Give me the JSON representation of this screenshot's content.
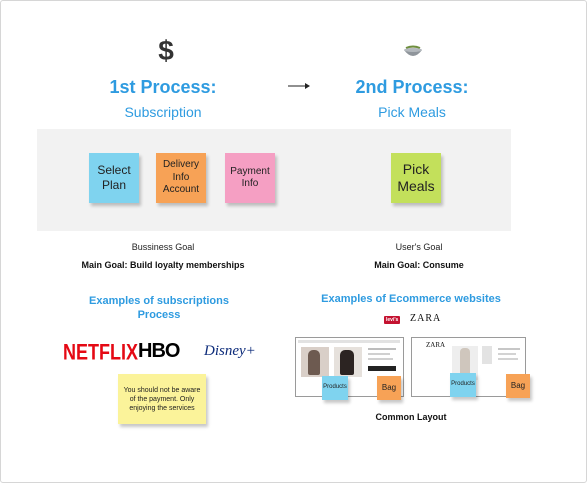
{
  "process1": {
    "icon": "dollar-sign-icon",
    "icon_glyph": "$",
    "title": "1st Process:",
    "subtitle": "Subscription",
    "stickies": [
      {
        "text": "Select Plan",
        "color": "#7fd3ef"
      },
      {
        "text": "Delivery Info Account",
        "color": "#f7a256"
      },
      {
        "text": "Payment Info",
        "color": "#f59fc3"
      }
    ],
    "goal_label": "Bussiness Goal",
    "goal_main": "Main Goal: Build loyalty memberships",
    "examples_title": "Examples of subscriptions Process",
    "brands": [
      "NETFLIX",
      "HBO",
      "Disney+"
    ],
    "note": "You should not be aware of the payment. Only enjoying the services",
    "note_color": "#fbf39a"
  },
  "process2": {
    "icon": "meal-bowl-icon",
    "title": "2nd Process:",
    "subtitle": "Pick Meals",
    "stickies": [
      {
        "text": "Pick Meals",
        "color": "#c3e05b"
      }
    ],
    "goal_label": "User's Goal",
    "goal_main": "Main Goal: Consume",
    "examples_title": "Examples of Ecommerce websites",
    "brands": [
      "levi's",
      "ZARA"
    ],
    "screenshots": [
      {
        "product_label": "Products",
        "bag_label": "Bag"
      },
      {
        "product_label": "Products",
        "bag_label": "Bag"
      }
    ],
    "layout_caption": "Common Layout"
  },
  "colors": {
    "accent_blue": "#2e9be0",
    "band": "#f2f2f2",
    "sticky_products": "#7fd3ef",
    "sticky_bag": "#f7a256"
  }
}
